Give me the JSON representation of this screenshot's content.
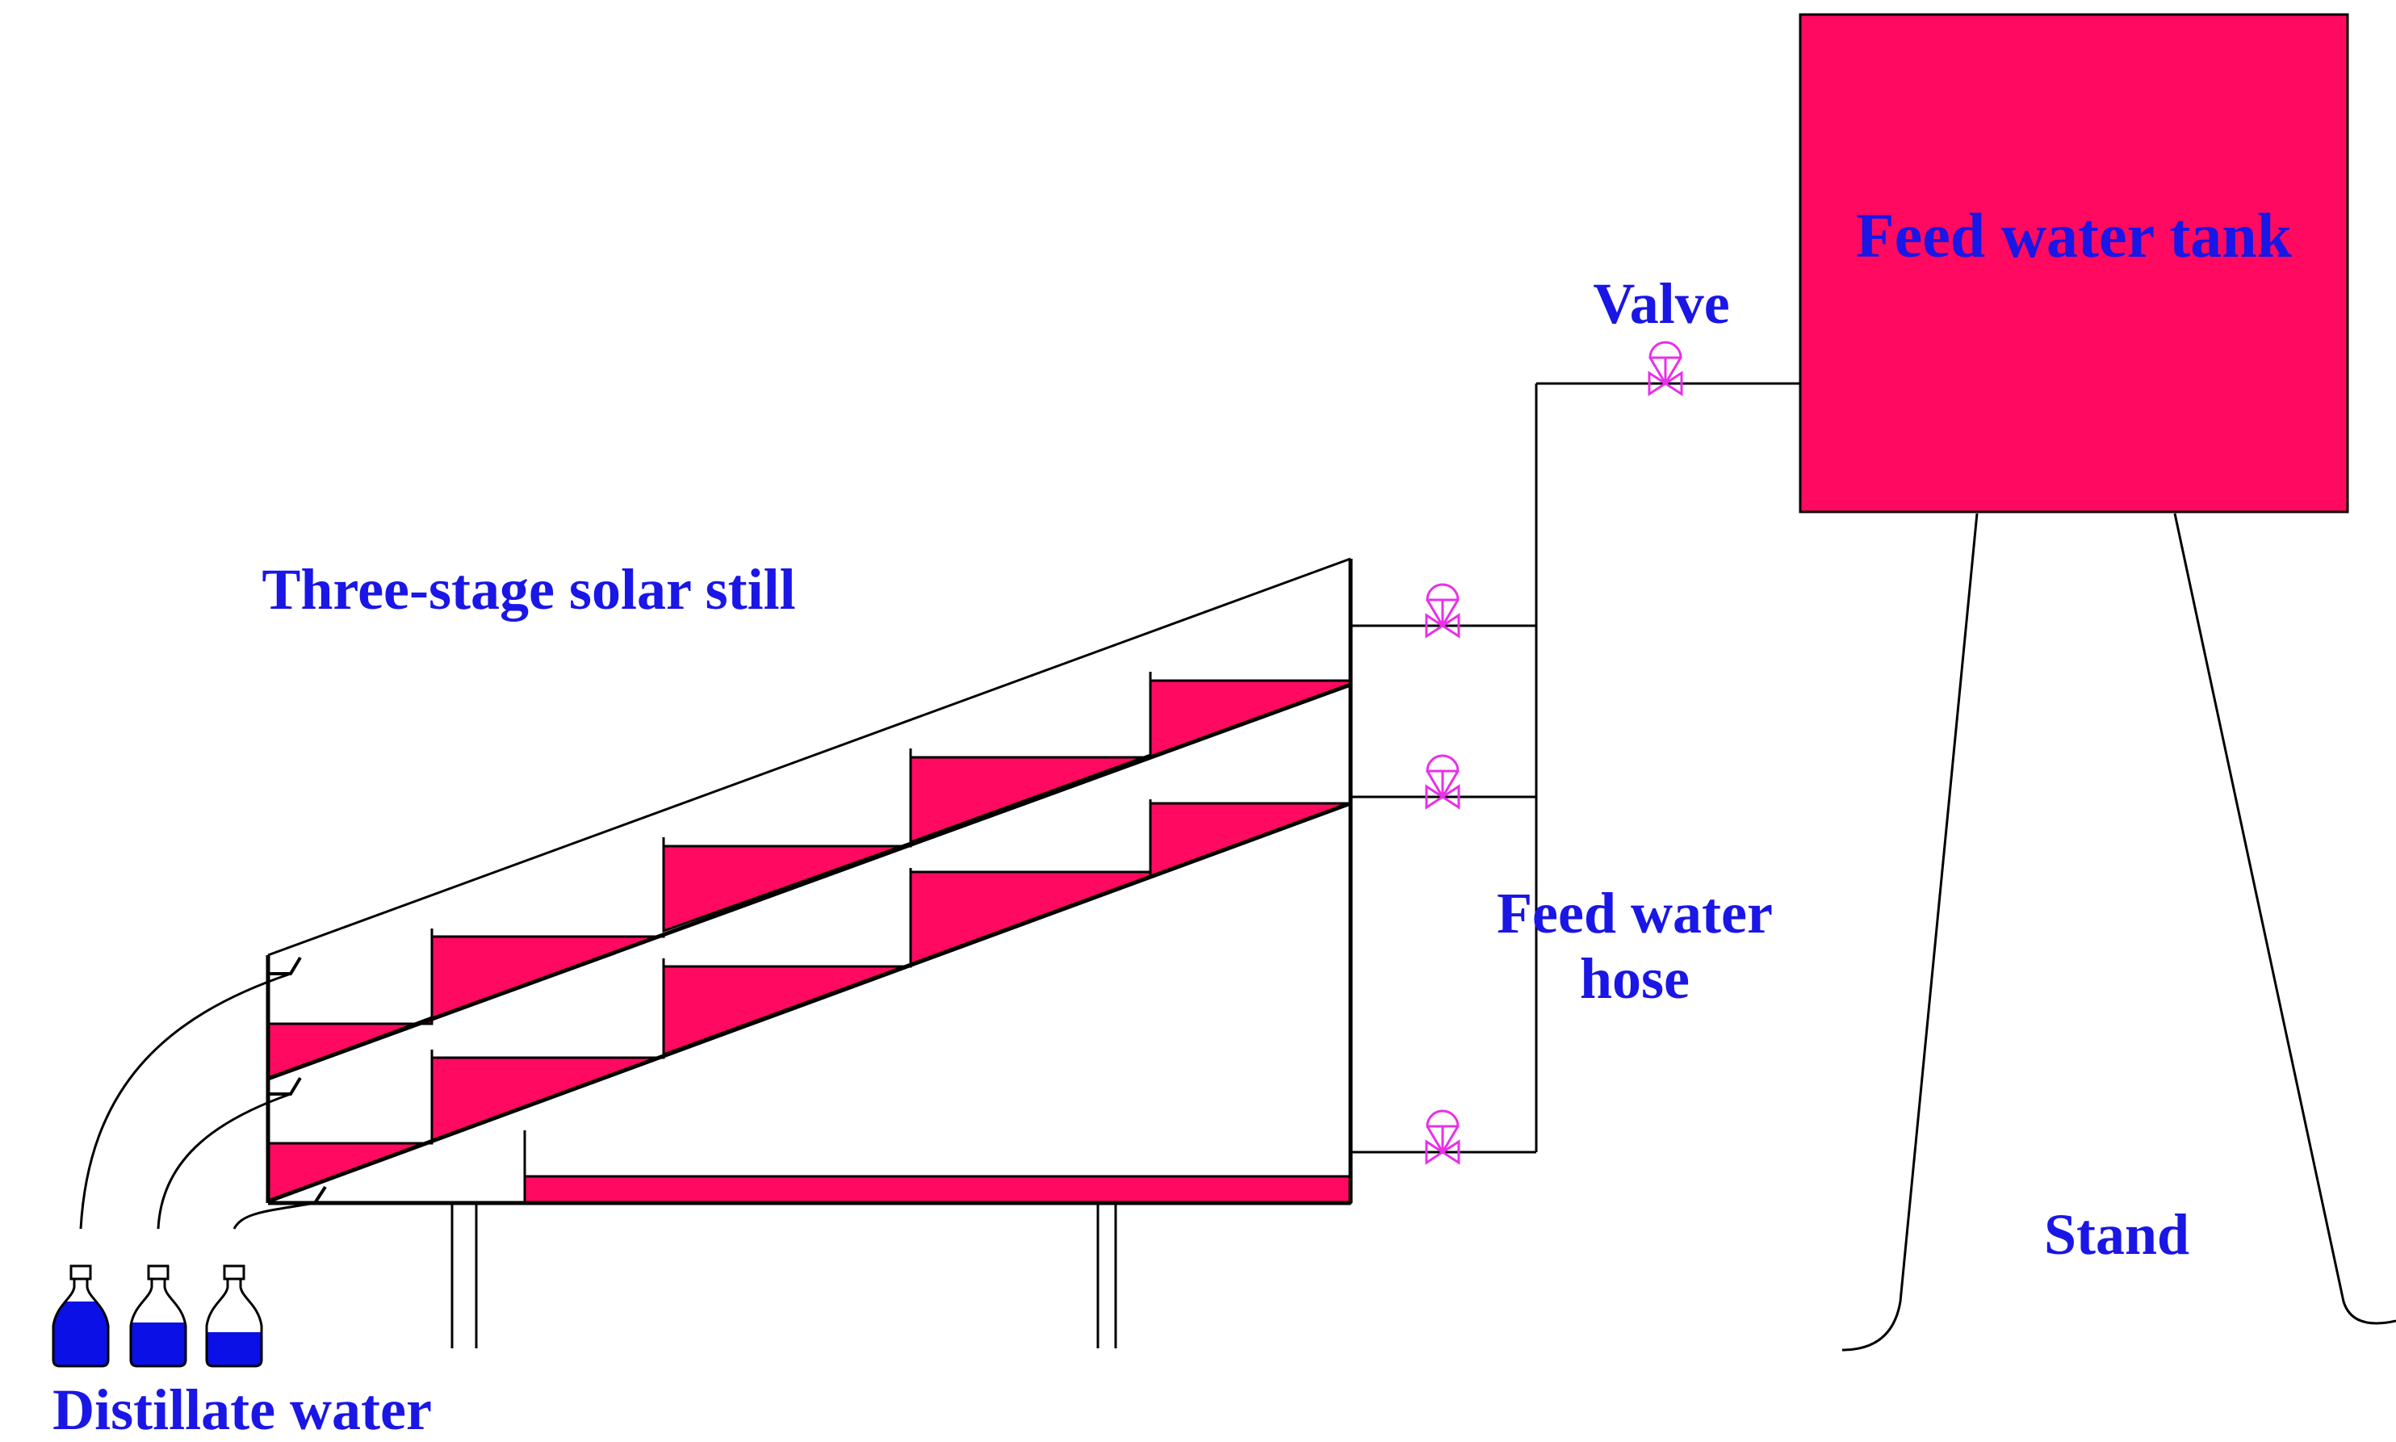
{
  "labels": {
    "still": "Three-stage solar still",
    "tank": "Feed water tank",
    "valve": "Valve",
    "hose_line1": "Feed water",
    "hose_line2": "hose",
    "stand": "Stand",
    "distillate": "Distillate water"
  },
  "colors": {
    "water": "#ff0a60",
    "distillate": "#0a10e6",
    "label": "#1a16e6",
    "valve": "#e830e8",
    "line": "#000000"
  },
  "icons": {
    "valve": "valve-icon",
    "bottle": "bottle-icon"
  }
}
